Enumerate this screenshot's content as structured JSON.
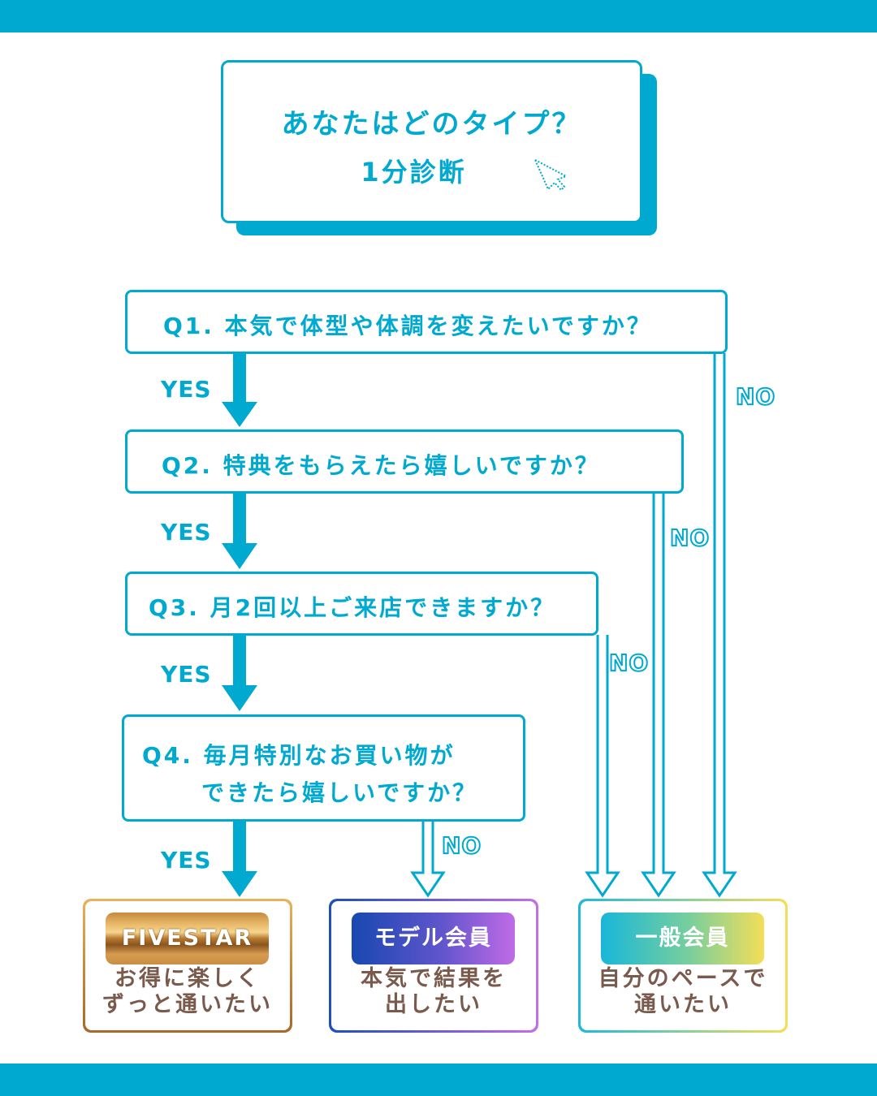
{
  "header": {
    "title_line1": "あなたはどのタイプ？",
    "title_line2": "1分診断",
    "cursor_icon": "pointer-cursor-icon"
  },
  "questions": [
    {
      "id": "Q1",
      "text": "Q1. 本気で体型や体調を変えたいですか？"
    },
    {
      "id": "Q2",
      "text": "Q2. 特典をもらえたら嬉しいですか？"
    },
    {
      "id": "Q3",
      "text": "Q3. 月2回以上ご来店できますか？"
    },
    {
      "id": "Q4",
      "line1": "Q4. 毎月特別なお買い物が",
      "line2": "できたら嬉しいですか？"
    }
  ],
  "labels": {
    "yes": "YES",
    "no": "NO"
  },
  "results": [
    {
      "badge": "FIVESTAR",
      "line1": "お得に楽しく",
      "line2": "ずっと通いたい",
      "color": "#c98a3c"
    },
    {
      "badge": "モデル会員",
      "line1": "本気で結果を",
      "line2": "出したい",
      "color": "#6a5cd6"
    },
    {
      "badge": "一般会員",
      "line1": "自分のペースで",
      "line2": "通いたい",
      "color": "#84d09a"
    }
  ],
  "colors": {
    "accent": "#00a9cf",
    "result_text": "#7a5a4c"
  }
}
